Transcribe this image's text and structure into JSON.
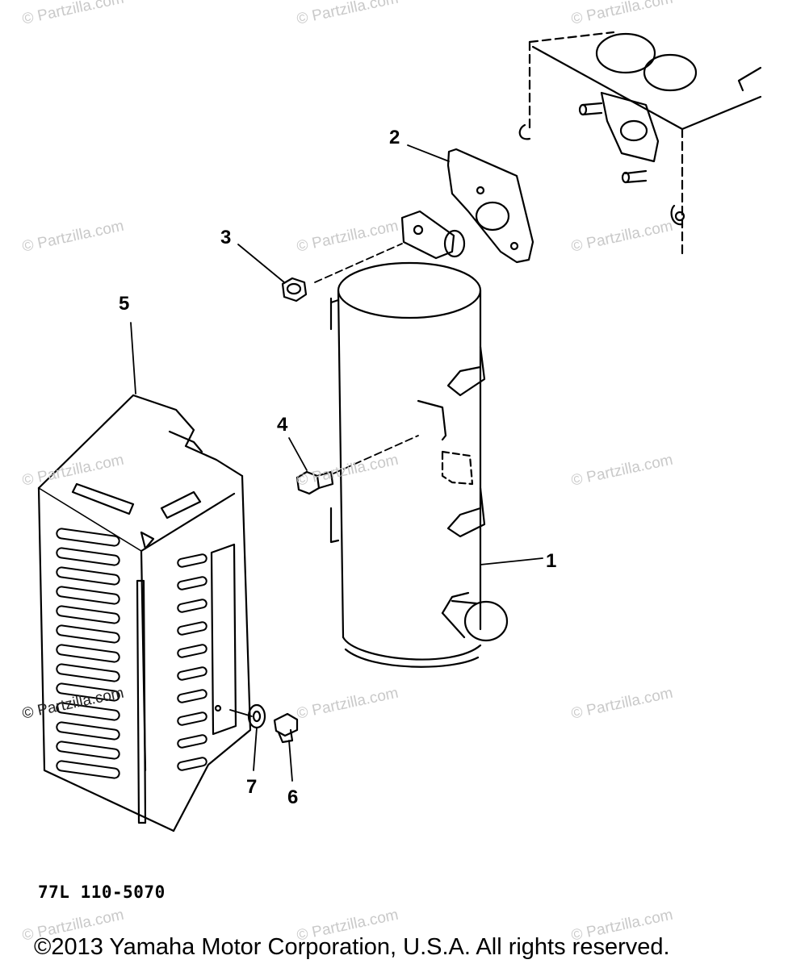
{
  "watermark": "© Partzilla.com",
  "callouts": {
    "c1": "1",
    "c2": "2",
    "c3": "3",
    "c4": "4",
    "c5": "5",
    "c6": "6",
    "c7": "7"
  },
  "diagram_code": "77L 110-5070",
  "copyright": "©2013  Yamaha Motor Corporation, U.S.A. All rights reserved."
}
